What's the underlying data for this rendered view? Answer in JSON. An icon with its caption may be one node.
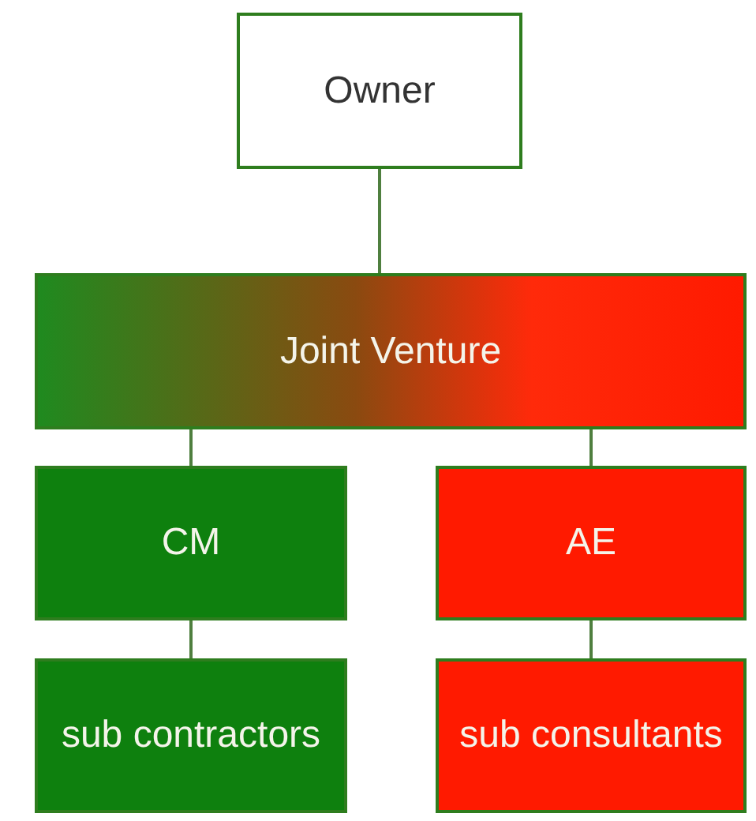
{
  "diagram": {
    "nodes": [
      {
        "text": [
          "Owner"
        ]
      },
      {
        "text": [
          "Joint Venture"
        ]
      },
      {
        "text": [
          "CM"
        ]
      },
      {
        "text": [
          "AE"
        ]
      },
      {
        "text": [
          "sub contractors"
        ]
      },
      {
        "text": [
          "sub consultants"
        ]
      }
    ],
    "edges": [
      {
        "from": 0,
        "to": 1,
        "arrow": "none"
      },
      {
        "from": 1,
        "to": 2,
        "arrow": "none"
      },
      {
        "from": 1,
        "to": 3,
        "arrow": "none"
      },
      {
        "from": 2,
        "to": 4,
        "arrow": "none"
      },
      {
        "from": 3,
        "to": 5,
        "arrow": "none"
      }
    ]
  }
}
